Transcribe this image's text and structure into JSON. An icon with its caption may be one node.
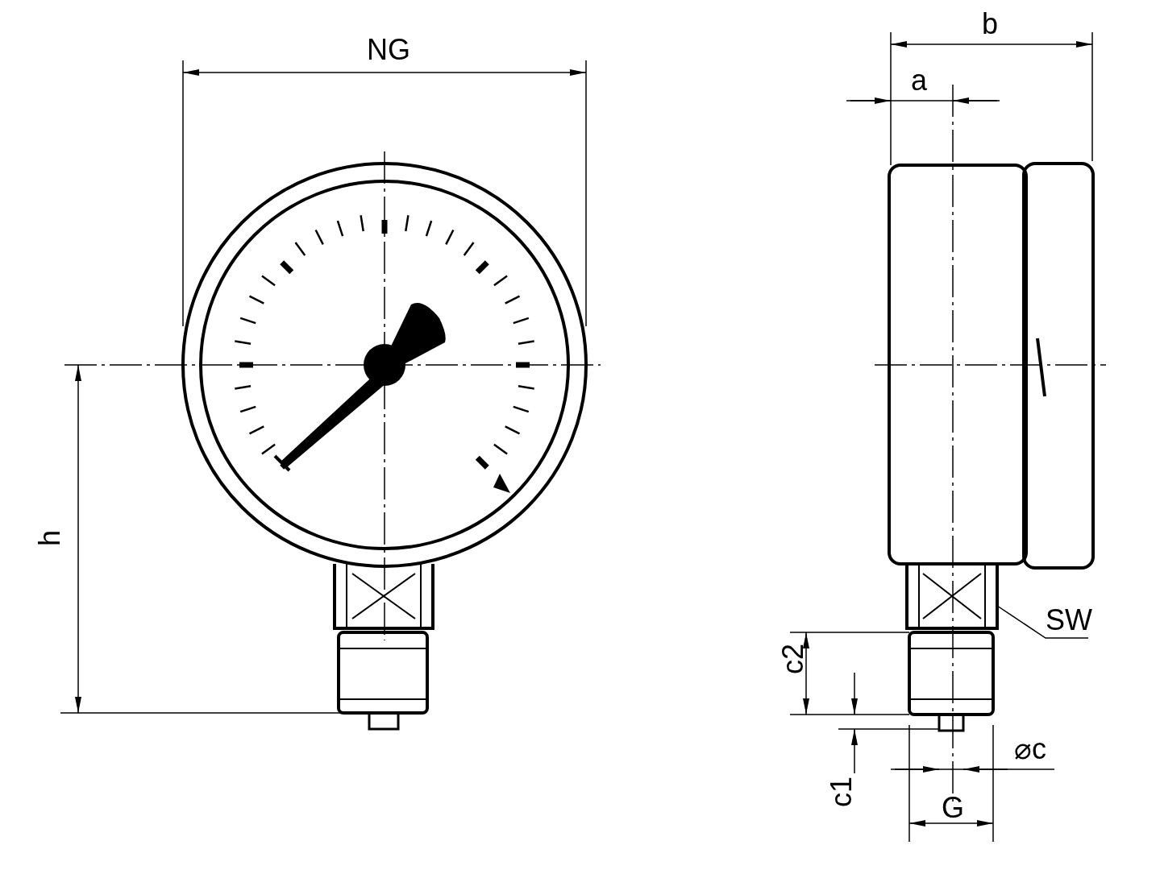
{
  "diagram": {
    "nodes": [
      {
        "text": [
          "SW"
        ]
      },
      {
        "text": [],
        "shape": "picture"
      }
    ],
    "edges": [
      {
        "from": 0,
        "to": 1,
        "arrow": "none"
      }
    ],
    "labels": [
      "b",
      "NG",
      "a",
      "h",
      "c2",
      "⌀c",
      "c1",
      "G"
    ]
  }
}
